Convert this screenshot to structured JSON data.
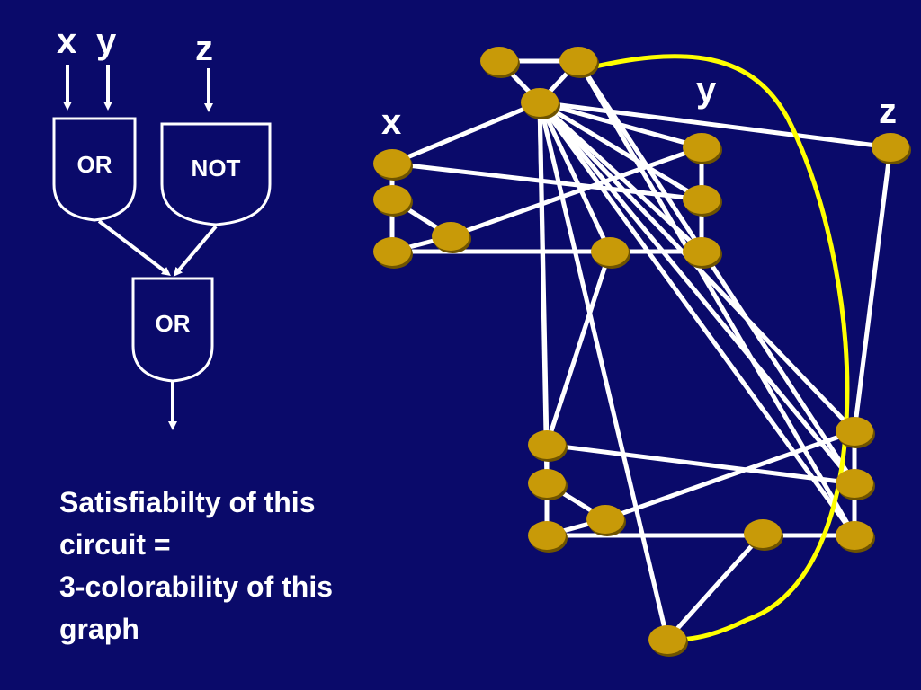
{
  "circuit": {
    "inputs": {
      "x": "x",
      "y": "y",
      "z": "z"
    },
    "gates": {
      "or1": "OR",
      "not": "NOT",
      "or2": "OR"
    }
  },
  "graph": {
    "labels": {
      "x": "x",
      "y": "y",
      "z": "z"
    }
  },
  "caption": {
    "line1": "Satisfiabilty of this",
    "line2": "circuit =",
    "line3": "3-colorability of this",
    "line4": "graph"
  },
  "colors": {
    "background": "#0a0a6a",
    "node_fill": "#c89a08",
    "edge": "#ffffff",
    "highlight_edge": "#ffff00"
  }
}
